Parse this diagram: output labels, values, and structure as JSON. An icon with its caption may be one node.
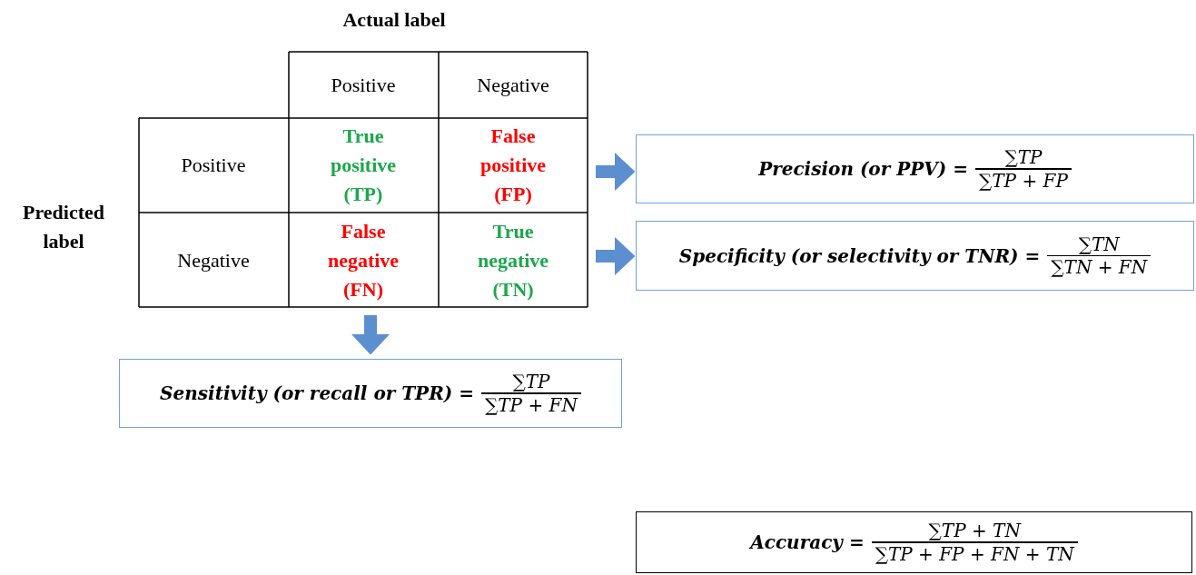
{
  "diagram": {
    "nodes": [
      {
        "text": [
          "Precision (or PPV) =",
          "∑TP",
          "∑TP + FP"
        ]
      },
      {
        "text": [
          "Specificity (or selectivity or TNR) =",
          "∑TN",
          "∑TN + FN"
        ]
      },
      {
        "text": [
          "Sensitivity (or recall or TPR) =",
          "∑TP",
          "∑TP + FN"
        ]
      },
      {
        "text": [
          "Accuracy =",
          "∑TP + TN",
          "∑TP + FP + FN + TN"
        ]
      }
    ],
    "edges": [
      {
        "from": null,
        "to": 0,
        "arrow": "to"
      },
      {
        "from": null,
        "to": 1,
        "arrow": "to"
      },
      {
        "from": null,
        "to": 2,
        "arrow": "to"
      }
    ],
    "labels": [
      "Actual label",
      "Positive",
      "Negative",
      "Predicted label",
      "Positive",
      "True positive (TP)",
      "False positive (FP)",
      "Negative",
      "False negative (FN)",
      "True negative (TN)"
    ]
  }
}
